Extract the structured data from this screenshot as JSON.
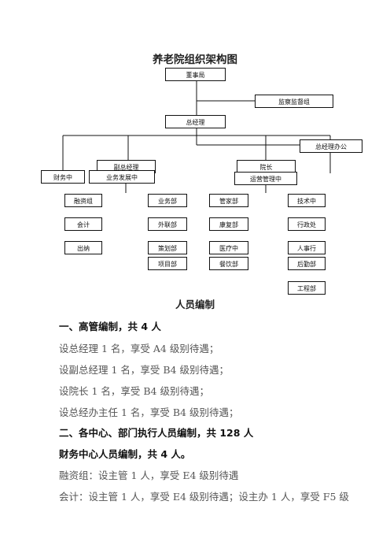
{
  "chart": {
    "title": "养老院组织架构图",
    "board": "董事局",
    "supervisor": "监察监督组",
    "gm": "总经理",
    "gm_office": "总经理办公",
    "finance_center": "财务中",
    "deputy_gm": "副总经理",
    "dean": "院长",
    "business_dev": "业务发展中",
    "service_mgmt": "运营管理中",
    "finance_units": [
      "融资组",
      "会计",
      "出纳"
    ],
    "business_units": [
      "业务部",
      "外联部",
      "策划部",
      "项目部"
    ],
    "service_units": [
      "管家部",
      "康复部",
      "医疗中",
      "餐饮部"
    ],
    "admin_units": [
      "技术中",
      "行政处",
      "人事行",
      "后勤部",
      "工程部"
    ]
  },
  "staffing": {
    "heading": "人员编制",
    "sec1": "一、高管编制，共 4 人",
    "sec1_items": [
      "设总经理 1 名，享受 A4 级别待遇；",
      "设副总经理 1 名，享受 B4 级别待遇；",
      "设院长 1 名，享受 B4 级别待遇；",
      "设总经办主任 1 名，享受 B4 级别待遇；"
    ],
    "sec2": "二、各中心、部门执行人员编制，共 128 人",
    "sec2_sub": "财务中心人员编制，共 4 人。",
    "sec2_items": [
      "融资组：设主管 1 人，享受 E4 级别待遇",
      "会计：设主管 1 人，享受 E4 级别待遇；设主办 1 人，享受 F5 级"
    ]
  }
}
